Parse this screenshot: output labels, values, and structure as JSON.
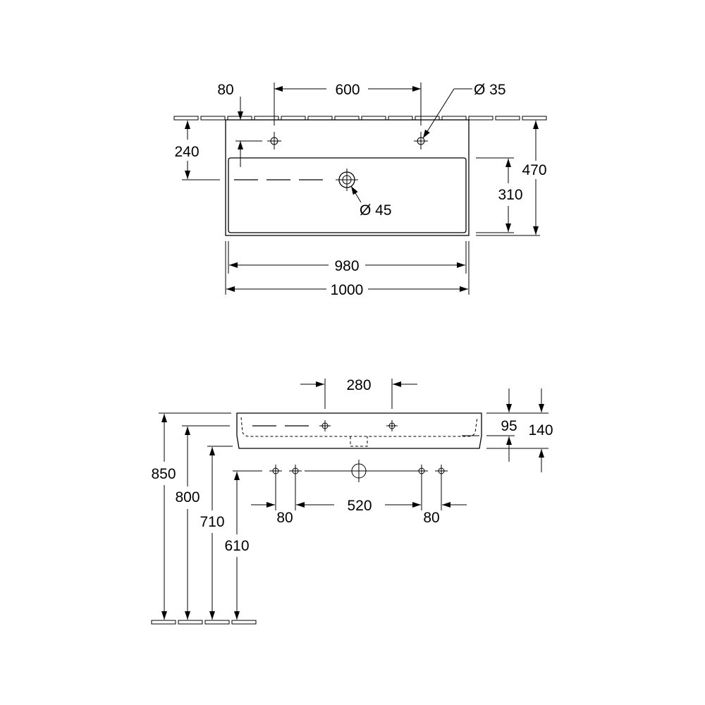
{
  "top_view": {
    "dims": {
      "tap_offset": "80",
      "tap_spacing": "600",
      "tap_hole": "Ø 35",
      "depth_to_bowl": "240",
      "total_depth": "470",
      "bowl_depth": "310",
      "drain_hole": "Ø 45",
      "bowl_width": "980",
      "total_width": "1000"
    }
  },
  "front_view": {
    "dims": {
      "hole_span": "280",
      "bowl_height": "95",
      "total_height": "140",
      "height_850": "850",
      "height_800": "800",
      "height_710": "710",
      "height_610": "610",
      "left_spacing": "80",
      "center_spacing": "520",
      "right_spacing": "80"
    }
  }
}
